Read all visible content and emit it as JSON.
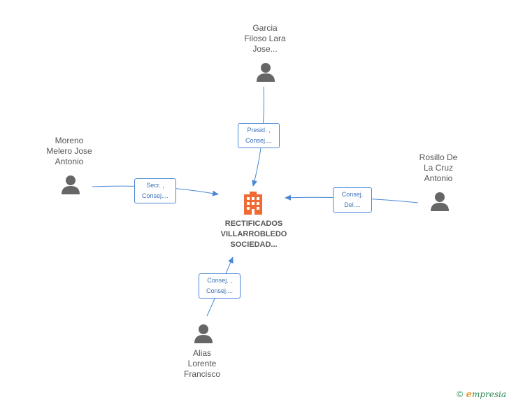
{
  "center": {
    "name_lines": [
      "RECTIFICADOS",
      "VILLARROBLEDO",
      "SOCIEDAD..."
    ],
    "icon": "building-icon",
    "color": "#f06a33"
  },
  "people": {
    "garcia": {
      "name_lines": [
        "Garcia",
        "Filoso Lara",
        "Jose..."
      ],
      "icon": "person-icon",
      "role_lines": [
        "Presid. ,",
        "Consej...."
      ]
    },
    "moreno": {
      "name_lines": [
        "Moreno",
        "Melero Jose",
        "Antonio"
      ],
      "icon": "person-icon",
      "role_lines": [
        "Secr. ,",
        "Consej...."
      ]
    },
    "rosillo": {
      "name_lines": [
        "Rosillo De",
        "La Cruz",
        "Antonio"
      ],
      "icon": "person-icon",
      "role_lines": [
        "Consej.",
        "Del...."
      ]
    },
    "alias": {
      "name_lines": [
        "Alias",
        "Lorente",
        "Francisco"
      ],
      "icon": "person-icon",
      "role_lines": [
        "Consej. ,",
        "Consej...."
      ]
    }
  },
  "colors": {
    "link": "#4a87d6",
    "person": "#666666",
    "text": "#555555"
  },
  "footer": {
    "copyright_symbol": "©",
    "brand_initial": "e",
    "brand_rest": "mpresia"
  }
}
